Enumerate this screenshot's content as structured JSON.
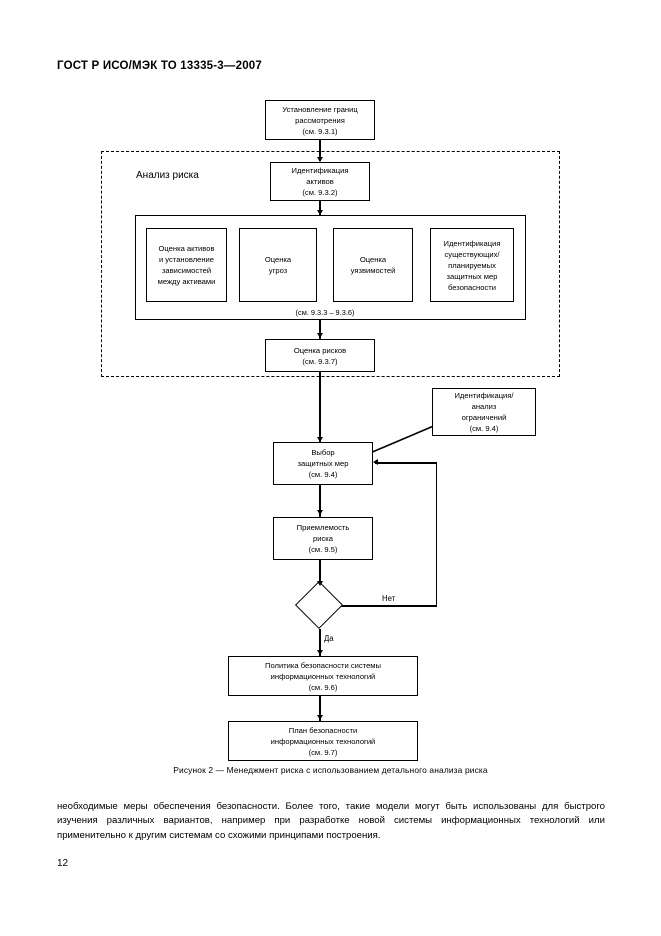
{
  "document": {
    "header": "ГОСТ Р ИСО/МЭК ТО 13335-3—2007",
    "page_number": "12",
    "caption": "Рисунок 2 — Менеджмент риска с использованием детального анализа риска",
    "body_paragraph": "необходимые меры обеспечения безопасности. Более того, такие модели могут быть использованы для быстрого изучения различных вариантов, например при разработке новой системы информационных технологий или применительно к другим системам со схожими принципами построения."
  },
  "figure": {
    "area_label": "Анализ риска",
    "range_label": "(см. 9.3.3 – 9.3.6)",
    "boxes": {
      "scope": {
        "l1": "Установление границ",
        "l2": "рассмотрения",
        "l3": "(см. 9.3.1)"
      },
      "asset_identification": {
        "l1": "Идентификация",
        "l2": "активов",
        "l3": "(см. 9.3.2)"
      },
      "asset_valuation": {
        "l1": "Оценка активов",
        "l2": "и установление",
        "l3": "зависимостей",
        "l4": "между активами"
      },
      "threat_assessment": {
        "l1": "Оценка",
        "l2": "угроз"
      },
      "vulnerability_assessment": {
        "l1": "Оценка",
        "l2": "уязвимостей"
      },
      "existing_safeguards": {
        "l1": "Идентификация",
        "l2": "существующих/",
        "l3": "планируемых",
        "l4": "защитных мер",
        "l5": "безопасности"
      },
      "risk_assessment": {
        "l1": "Оценка рисков",
        "l2": "(см. 9.3.7)"
      },
      "constraints": {
        "l1": "Идентификация/",
        "l2": "анализ",
        "l3": "ограничений",
        "l4": "(см. 9.4)"
      },
      "safeguard_selection": {
        "l1": "Выбор",
        "l2": "защитных мер",
        "l3": "(см. 9.4)"
      },
      "risk_acceptance": {
        "l1": "Приемлемость",
        "l2": "риска",
        "l3": "(см. 9.5)"
      },
      "security_policy": {
        "l1": "Политика безопасности системы",
        "l2": "информационных технологий",
        "l3": "(см. 9.6)"
      },
      "security_plan": {
        "l1": "План безопасности",
        "l2": "информационных технологий",
        "l3": "(см. 9.7)"
      }
    },
    "decision": {
      "yes_label": "Да",
      "no_label": "Нет"
    }
  }
}
